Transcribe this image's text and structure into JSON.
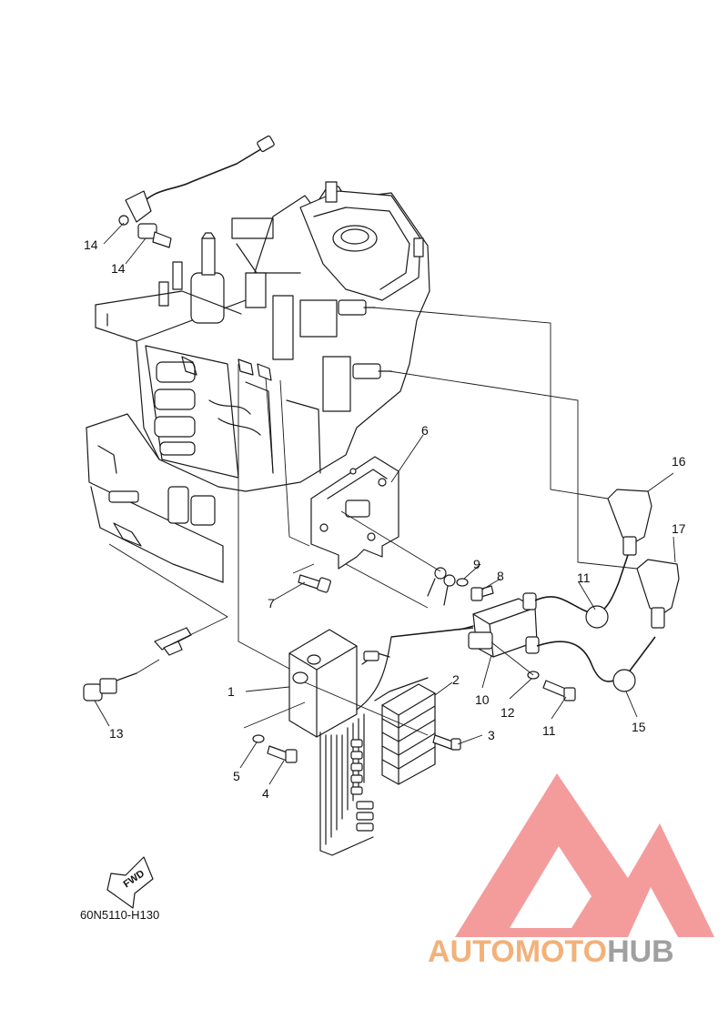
{
  "diagram": {
    "part_numbers": [
      "1",
      "2",
      "3",
      "4",
      "5",
      "6",
      "7",
      "8",
      "9",
      "10",
      "11",
      "11",
      "12",
      "13",
      "14",
      "14",
      "15",
      "16",
      "17"
    ],
    "diagram_code": "60N5110-H130",
    "direction_label": "FWD"
  },
  "watermark": {
    "text_part1": "AUTOMOTO",
    "text_part2": "HUB",
    "colors": {
      "logo": "#f28b8b",
      "text_part1": "#f3b17a",
      "text_part2": "#a0a0a0"
    }
  }
}
